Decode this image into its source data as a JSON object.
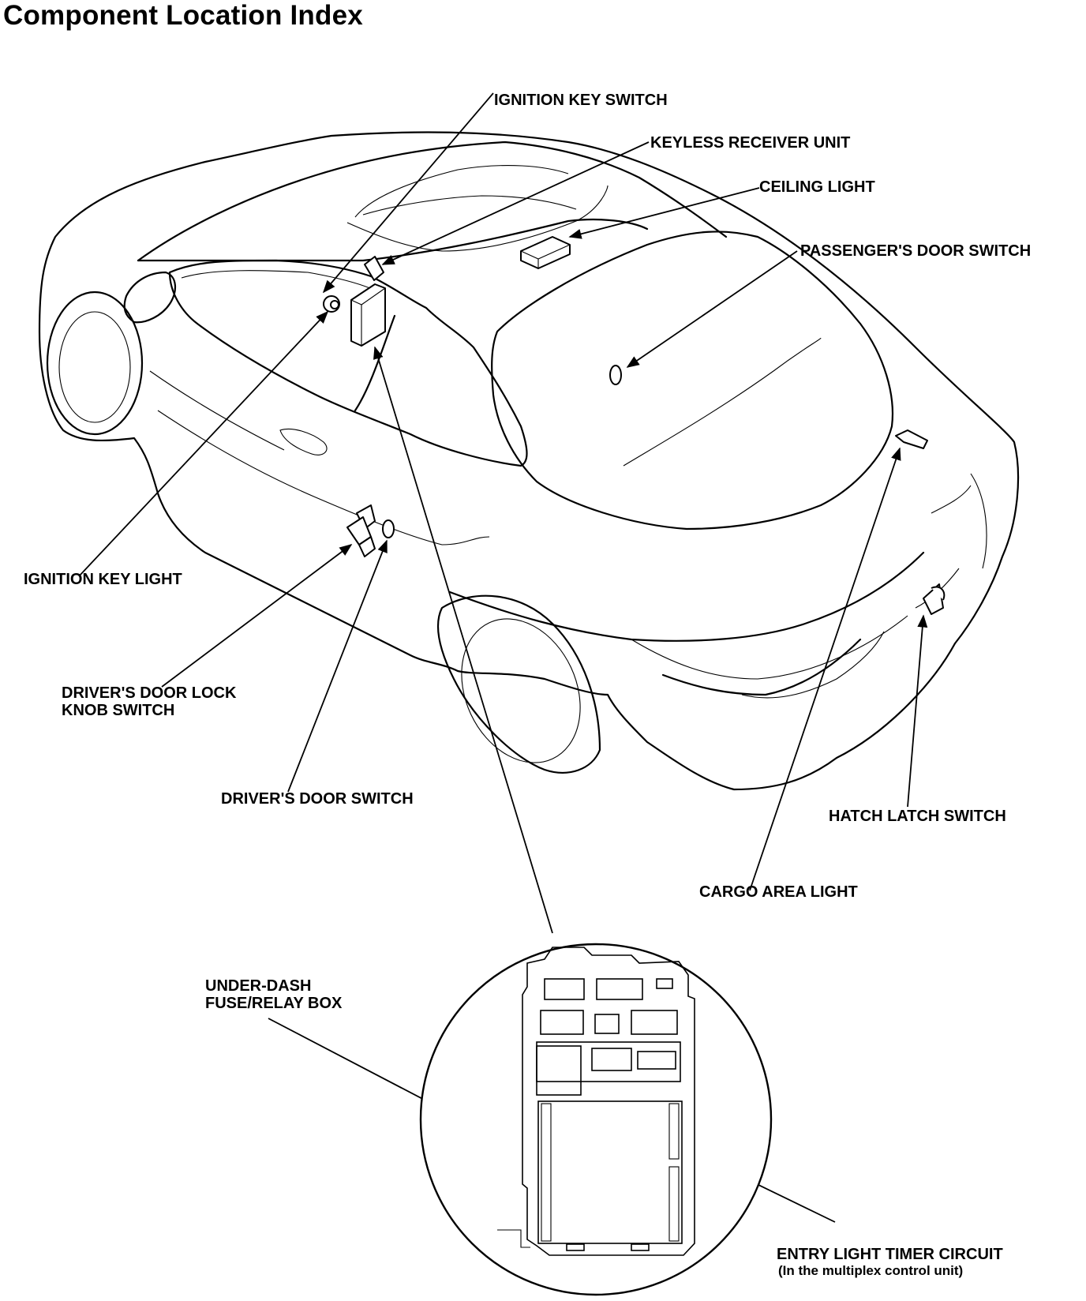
{
  "title": "Component Location Index",
  "labels": {
    "ignition_key_switch": "IGNITION KEY SWITCH",
    "keyless_receiver_unit": "KEYLESS RECEIVER UNIT",
    "ceiling_light": "CEILING LIGHT",
    "passengers_door_switch": "PASSENGER'S DOOR SWITCH",
    "ignition_key_light": "IGNITION KEY LIGHT",
    "drivers_door_lock_knob_switch_line1": "DRIVER'S DOOR LOCK",
    "drivers_door_lock_knob_switch_line2": "KNOB SWITCH",
    "drivers_door_switch": "DRIVER'S DOOR SWITCH",
    "hatch_latch_switch": "HATCH LATCH SWITCH",
    "cargo_area_light": "CARGO AREA LIGHT",
    "under_dash_fuse_relay_box_line1": "UNDER-DASH",
    "under_dash_fuse_relay_box_line2": "FUSE/RELAY BOX",
    "entry_light_timer_circuit_line1": "ENTRY LIGHT TIMER CIRCUIT",
    "entry_light_timer_circuit_line2": "(In the multiplex control unit)"
  }
}
